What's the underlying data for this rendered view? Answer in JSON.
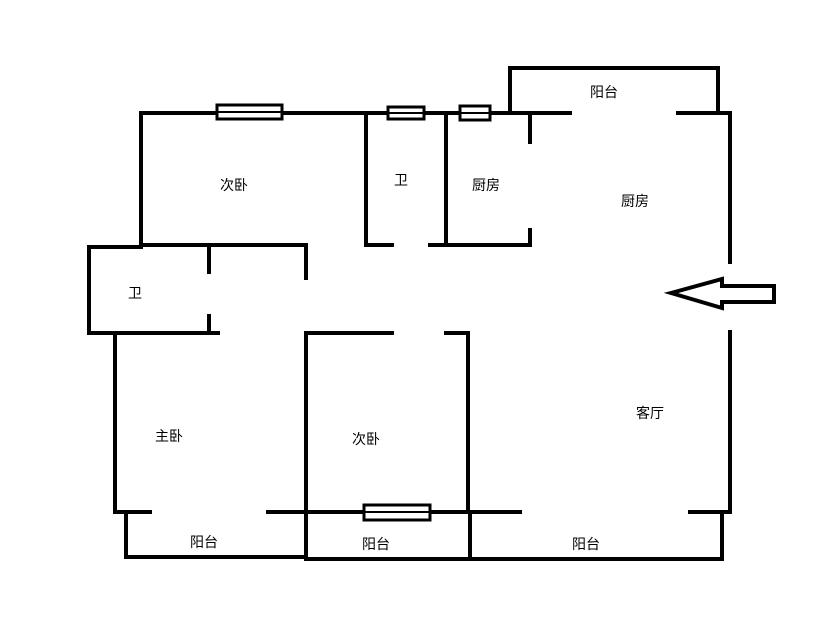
{
  "rooms": {
    "balcony_top": "阳台",
    "bedroom_2_top": "次卧",
    "bathroom_top": "卫",
    "kitchen_small": "厨房",
    "kitchen_large": "厨房",
    "bathroom_left": "卫",
    "master_bedroom": "主卧",
    "bedroom_2_middle": "次卧",
    "living_room": "客厅",
    "balcony_bottom_left": "阳台",
    "balcony_bottom_middle": "阳台",
    "balcony_bottom_right": "阳台"
  }
}
